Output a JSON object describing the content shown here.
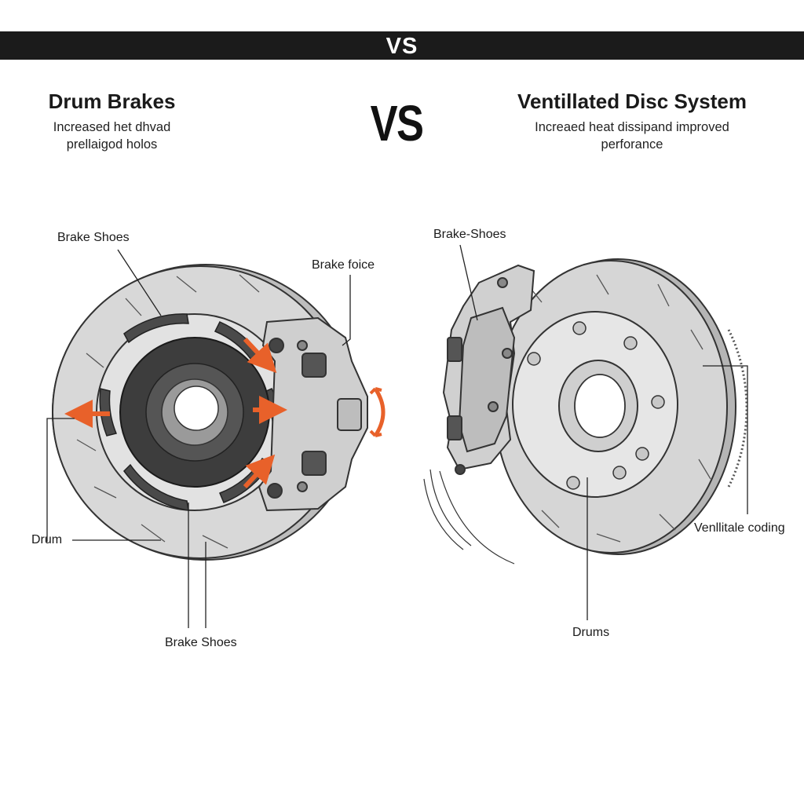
{
  "banner": {
    "vs": "VS"
  },
  "center": {
    "vs": "VS"
  },
  "left": {
    "title": "Drum Brakes",
    "subtitle_line1": "Increased het dhvad",
    "subtitle_line2": "prellaigod holos",
    "labels": {
      "brake_shoes_top": "Brake Shoes",
      "brake_force": "Brake foice",
      "drum": "Drum",
      "brake_shoes_bottom": "Brake Shoes"
    }
  },
  "right": {
    "title": "Ventillated Disc System",
    "subtitle_line1": "Increaed heat dissipand improved",
    "subtitle_line2": "perforance",
    "labels": {
      "brake_shoes": "Brake-Shoes",
      "ventilate_cooling": "Venllitale coding",
      "drums": "Drums"
    }
  },
  "colors": {
    "accent_arrow": "#e8612a",
    "banner": "#1b1b1b",
    "disc": "#d6d6d6",
    "hub": "#3d3d3d"
  }
}
